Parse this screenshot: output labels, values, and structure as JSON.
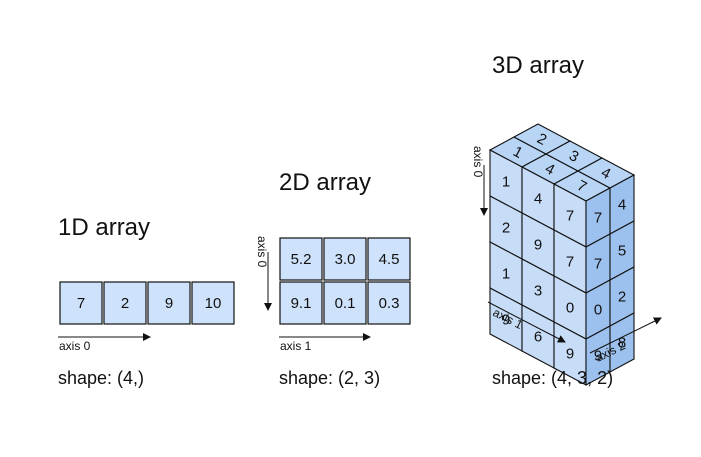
{
  "arrays": {
    "one_d": {
      "title": "1D array",
      "values": [
        "7",
        "2",
        "9",
        "10"
      ],
      "axis_label": "axis 0",
      "shape_label": "shape: (4,)"
    },
    "two_d": {
      "title": "2D array",
      "rows": [
        [
          "5.2",
          "3.0",
          "4.5"
        ],
        [
          "9.1",
          "0.1",
          "0.3"
        ]
      ],
      "axis0_label": "axis 0",
      "axis1_label": "axis 1",
      "shape_label": "shape: (2, 3)"
    },
    "three_d": {
      "title": "3D array",
      "front_face": [
        [
          "1",
          "4",
          "7"
        ],
        [
          "2",
          "9",
          "7"
        ],
        [
          "1",
          "3",
          "0"
        ],
        [
          "9",
          "6",
          "9"
        ]
      ],
      "top_face": [
        [
          "1",
          "2"
        ],
        [
          "4",
          "3"
        ],
        [
          "7",
          "4"
        ]
      ],
      "right_face": [
        [
          "7",
          "4"
        ],
        [
          "7",
          "5"
        ],
        [
          "0",
          "2"
        ],
        [
          "9",
          "8"
        ]
      ],
      "axis0_label": "axis 0",
      "axis1_label": "axis 1",
      "axis2_label": "axis 2",
      "shape_label": "shape: (4, 3, 2)"
    }
  },
  "colors": {
    "cell_fill": "#cfe2fb",
    "cube_top": "#b8d5f6",
    "cube_front": "#c7dcf7",
    "cube_side": "#9cc1ee",
    "stroke": "#111111"
  }
}
